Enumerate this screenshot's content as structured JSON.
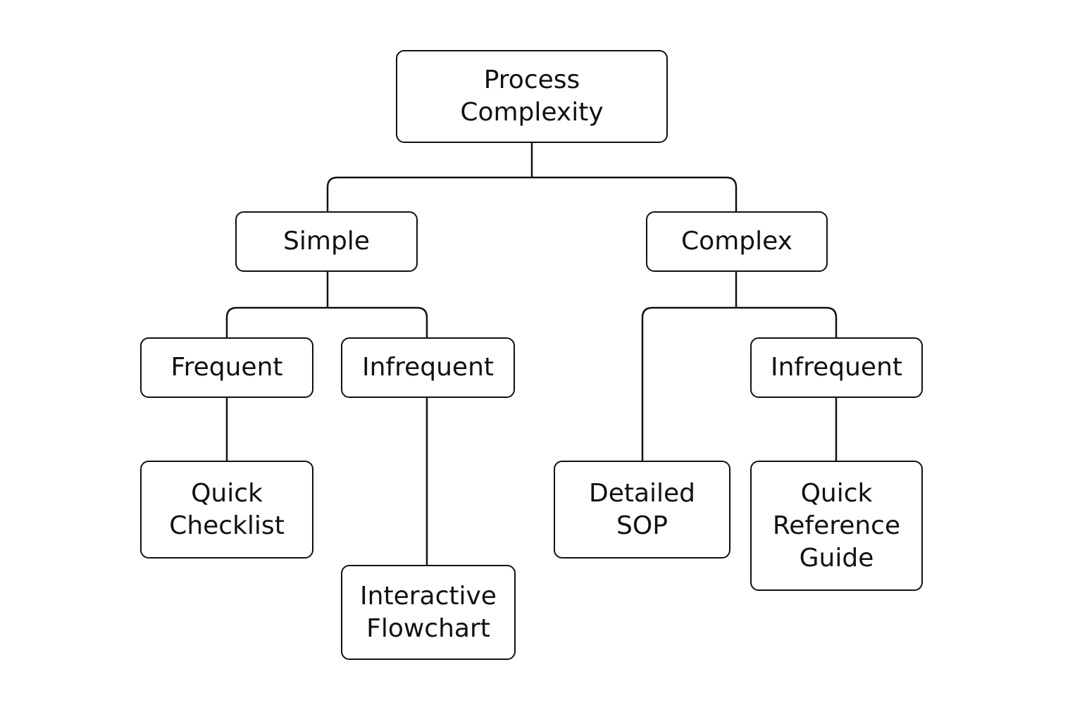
{
  "diagram": {
    "type": "decision-tree",
    "line_color": "#111111",
    "background_color": "#ffffff",
    "nodes": {
      "root": {
        "label": "Process\nComplexity"
      },
      "simple": {
        "label": "Simple"
      },
      "complex": {
        "label": "Complex"
      },
      "frequent": {
        "label": "Frequent"
      },
      "infrequent_simple": {
        "label": "Infrequent"
      },
      "infrequent_complex": {
        "label": "Infrequent"
      },
      "quick_checklist": {
        "label": "Quick\nChecklist"
      },
      "interactive_flowchart": {
        "label": "Interactive\nFlowchart"
      },
      "detailed_sop": {
        "label": "Detailed\nSOP"
      },
      "quick_reference_guide": {
        "label": "Quick\nReference\nGuide"
      }
    },
    "edges": [
      {
        "from": "root",
        "to": "simple"
      },
      {
        "from": "root",
        "to": "complex"
      },
      {
        "from": "simple",
        "to": "frequent"
      },
      {
        "from": "simple",
        "to": "infrequent_simple"
      },
      {
        "from": "frequent",
        "to": "quick_checklist"
      },
      {
        "from": "infrequent_simple",
        "to": "interactive_flowchart"
      },
      {
        "from": "complex",
        "to": "detailed_sop"
      },
      {
        "from": "complex",
        "to": "infrequent_complex"
      },
      {
        "from": "infrequent_complex",
        "to": "quick_reference_guide"
      }
    ]
  }
}
